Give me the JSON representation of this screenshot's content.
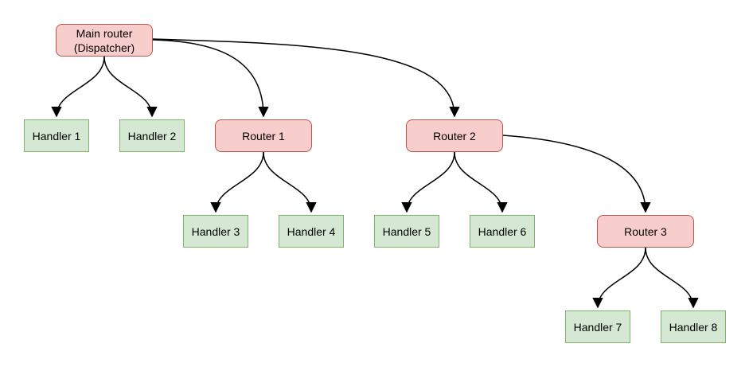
{
  "diagram": {
    "background_color": "#ffffff",
    "colors": {
      "router_fill": "#f8cecc",
      "router_border": "#b85450",
      "handler_fill": "#d5e8d4",
      "handler_border": "#82b366",
      "edge_stroke": "#000000",
      "text": "#000000"
    },
    "nodes": {
      "main_router": {
        "line1": "Main router",
        "line2": "(Dispatcher)",
        "kind": "router"
      },
      "handler_1": {
        "label": "Handler 1",
        "kind": "handler"
      },
      "handler_2": {
        "label": "Handler 2",
        "kind": "handler"
      },
      "router_1": {
        "label": "Router 1",
        "kind": "router"
      },
      "router_2": {
        "label": "Router 2",
        "kind": "router"
      },
      "handler_3": {
        "label": "Handler 3",
        "kind": "handler"
      },
      "handler_4": {
        "label": "Handler 4",
        "kind": "handler"
      },
      "handler_5": {
        "label": "Handler 5",
        "kind": "handler"
      },
      "handler_6": {
        "label": "Handler 6",
        "kind": "handler"
      },
      "router_3": {
        "label": "Router 3",
        "kind": "router"
      },
      "handler_7": {
        "label": "Handler 7",
        "kind": "handler"
      },
      "handler_8": {
        "label": "Handler 8",
        "kind": "handler"
      }
    },
    "edges": [
      {
        "from": "main_router",
        "to": "handler_1"
      },
      {
        "from": "main_router",
        "to": "handler_2"
      },
      {
        "from": "main_router",
        "to": "router_1"
      },
      {
        "from": "main_router",
        "to": "router_2"
      },
      {
        "from": "router_1",
        "to": "handler_3"
      },
      {
        "from": "router_1",
        "to": "handler_4"
      },
      {
        "from": "router_2",
        "to": "handler_5"
      },
      {
        "from": "router_2",
        "to": "handler_6"
      },
      {
        "from": "router_2",
        "to": "router_3"
      },
      {
        "from": "router_3",
        "to": "handler_7"
      },
      {
        "from": "router_3",
        "to": "handler_8"
      }
    ]
  }
}
